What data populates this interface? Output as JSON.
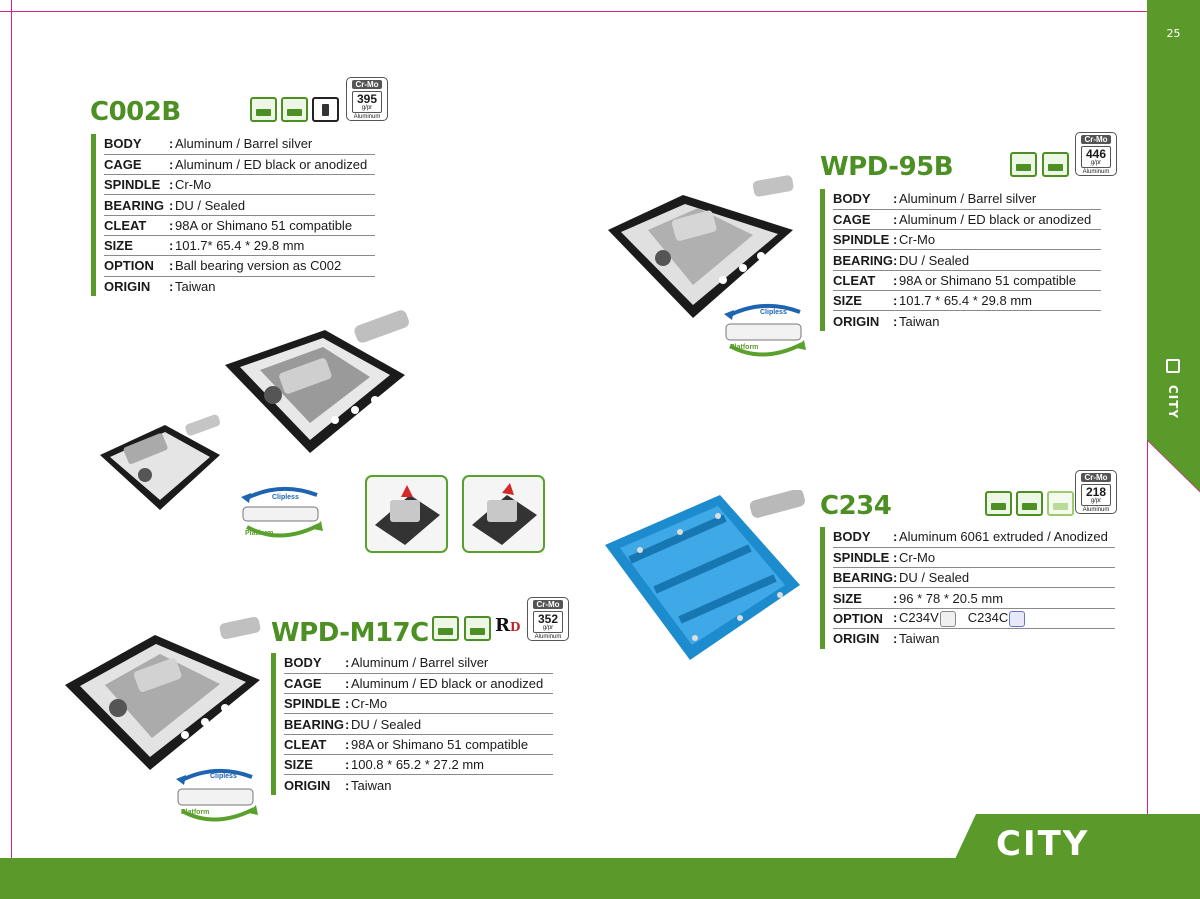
{
  "page_number": "25",
  "section_label": "CITY",
  "section_tab_label": "CITY",
  "colors": {
    "brand_green": "#5a9a2a",
    "model_green": "#4c8f22",
    "crop_marks": "#d1238a"
  },
  "products": [
    {
      "model": "C002B",
      "badge": {
        "material": "Cr-Mo",
        "weight": "395",
        "unit": "g/pr",
        "category": "Aluminum"
      },
      "icons": [
        "trekking-icon",
        "city-bike-icon",
        "shoe-icon"
      ],
      "specs": [
        {
          "key": "BODY",
          "value": "Aluminum / Barrel silver"
        },
        {
          "key": "CAGE",
          "value": "Aluminum / ED black or anodized"
        },
        {
          "key": "SPINDLE",
          "value": "Cr-Mo"
        },
        {
          "key": "BEARING",
          "value": "DU / Sealed"
        },
        {
          "key": "CLEAT",
          "value": "98A or Shimano 51 compatible"
        },
        {
          "key": "SIZE",
          "value": "101.7* 65.4 * 29.8 mm"
        },
        {
          "key": "OPTION",
          "value": "Ball bearing version as C002"
        },
        {
          "key": "ORIGIN",
          "value": "Taiwan"
        }
      ],
      "clipless_label": "Clipless",
      "platform_label": "Platform"
    },
    {
      "model": "WPD-95B",
      "badge": {
        "material": "Cr-Mo",
        "weight": "446",
        "unit": "g/pr",
        "category": "Aluminum"
      },
      "icons": [
        "trekking-icon",
        "city-bike-icon"
      ],
      "specs": [
        {
          "key": "BODY",
          "value": "Aluminum / Barrel silver"
        },
        {
          "key": "CAGE",
          "value": "Aluminum / ED black or anodized"
        },
        {
          "key": "SPINDLE",
          "value": "Cr-Mo"
        },
        {
          "key": "BEARING",
          "value": "DU / Sealed"
        },
        {
          "key": "CLEAT",
          "value": "98A or Shimano 51 compatible"
        },
        {
          "key": "SIZE",
          "value": "101.7 * 65.4 * 29.8 mm"
        },
        {
          "key": "ORIGIN",
          "value": "Taiwan"
        }
      ],
      "clipless_label": "Clipless",
      "platform_label": "Platform"
    },
    {
      "model": "C234",
      "badge": {
        "material": "Cr-Mo",
        "weight": "218",
        "unit": "g/pr",
        "category": "Aluminum"
      },
      "icons": [
        "trekking-icon",
        "city-bike-icon",
        "pin-icon"
      ],
      "specs": [
        {
          "key": "BODY",
          "value": "Aluminum 6061 extruded / Anodized"
        },
        {
          "key": "SPINDLE",
          "value": "Cr-Mo"
        },
        {
          "key": "BEARING",
          "value": "DU / Sealed"
        },
        {
          "key": "SIZE",
          "value": "96 * 78 * 20.5 mm"
        },
        {
          "key": "OPTION",
          "value": "C234V",
          "value2": "C234C"
        },
        {
          "key": "ORIGIN",
          "value": "Taiwan"
        }
      ]
    },
    {
      "model": "WPD-M17C",
      "badge": {
        "material": "Cr-Mo",
        "weight": "352",
        "unit": "g/pr",
        "category": "Aluminum"
      },
      "icons": [
        "trekking-icon",
        "city-bike-icon",
        "rd-logo-icon"
      ],
      "specs": [
        {
          "key": "BODY",
          "value": "Aluminum / Barrel silver"
        },
        {
          "key": "CAGE",
          "value": "Aluminum / ED black or anodized"
        },
        {
          "key": "SPINDLE",
          "value": "Cr-Mo"
        },
        {
          "key": "BEARING",
          "value": "DU / Sealed"
        },
        {
          "key": "CLEAT",
          "value": "98A or Shimano 51 compatible"
        },
        {
          "key": "SIZE",
          "value": "100.8 * 65.2 * 27.2 mm"
        },
        {
          "key": "ORIGIN",
          "value": "Taiwan"
        }
      ],
      "clipless_label": "Clipless",
      "platform_label": "Platform"
    }
  ]
}
